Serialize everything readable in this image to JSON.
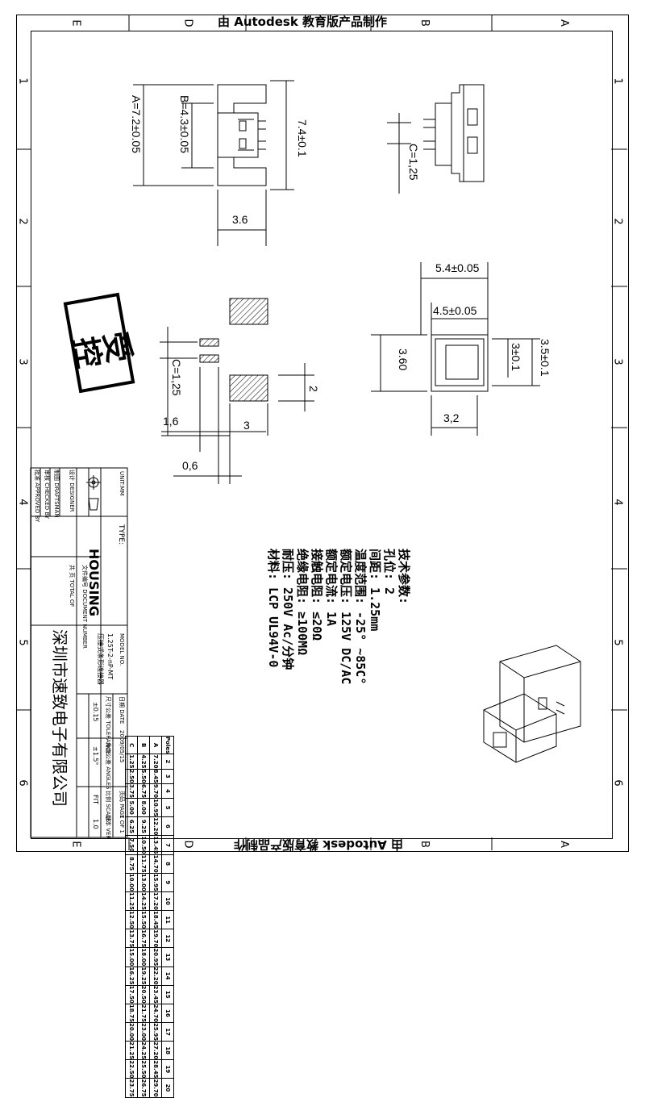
{
  "watermark": "由 Autodesk 教育版产品制作",
  "grid": {
    "top_letters": [
      "E",
      "D",
      "B",
      "A"
    ],
    "bottom_letters": [
      "E",
      "D",
      "B",
      "A"
    ],
    "left_numbers": [
      "1",
      "2",
      "3",
      "4",
      "5",
      "6"
    ],
    "right_numbers": [
      "1",
      "2",
      "3",
      "4",
      "5",
      "6"
    ]
  },
  "stamp": "受控",
  "dimensions": {
    "a": "A=7.2±0.05",
    "b": "B=4.3±0.05",
    "h74": "7.4±0.1",
    "w36": "3.6",
    "c1": "C=1,25",
    "c2": "C=1,25",
    "w54": "5.4±0.05",
    "w45": "4.5±0.05",
    "h360": "3.60",
    "h3": "3±0.1",
    "h35": "3.5±0.1",
    "w32": "3,2",
    "d2": "2",
    "d3": "3",
    "d16": "1,6",
    "d06": "0,6"
  },
  "specs": {
    "heading": "技术参数:",
    "lines": [
      "孔位: 2",
      "间距: 1.25mm",
      "温度范围: -25° ~85C°",
      "额定电压: 125V DC/AC",
      "额定电流: 1A",
      "接触电阻: ≤20Ω",
      "绝缘电阻: ≥100MΩ",
      "耐压: 250V  Ac/分钟",
      "材料: LCP   UL94V-0"
    ]
  },
  "title_block": {
    "unit": "UNIT:MM",
    "type_label": "TYPE:",
    "type_value": "HOUSING",
    "model_label": "MODEL NO.",
    "model_value": "1.25T-2-nP-MT",
    "model_desc": "压接式条形连接器",
    "designer": "设计 DESIGNER",
    "draftsman": "制图 DRAFTSMAN",
    "checked": "审核 CHECKED BY",
    "approved": "批准 APPROVED BY",
    "doc_no": "文件编号 DOCUMENT NUMBER",
    "total": "共 页 TOTAL OF",
    "company": "深圳市速致电子有限公司",
    "date_label": "日期 DATE",
    "date_value": "2009/05/15",
    "tolerance_label": "尺寸公差 TOLERANCE",
    "angles_label": "角度公差 ANGLES",
    "tol_value": "±0.15",
    "angle_value": "±1.5°",
    "scale_label": "比例 SCALE",
    "scale_value": "FIT",
    "ver_label": "版本 VER",
    "ver_value": "1.0",
    "sheet_label": "页码 PAGE",
    "sheet_value": "1 OF 1"
  },
  "pole_table": {
    "headers": [
      "Poles",
      "A",
      "B",
      "C"
    ],
    "rows": [
      [
        "2",
        "7.20",
        "4.25",
        "1.25"
      ],
      [
        "3",
        "8.45",
        "5.50",
        "2.50"
      ],
      [
        "4",
        "9.70",
        "6.75",
        "3.75"
      ],
      [
        "5",
        "10.95",
        "8.00",
        "5.00"
      ],
      [
        "6",
        "12.20",
        "9.25",
        "6.25"
      ],
      [
        "7",
        "13.45",
        "10.50",
        "7.50"
      ],
      [
        "8",
        "14.70",
        "11.75",
        "8.75"
      ],
      [
        "9",
        "15.95",
        "13.00",
        "10.00"
      ],
      [
        "10",
        "17.20",
        "14.25",
        "11.25"
      ],
      [
        "11",
        "18.45",
        "15.50",
        "12.50"
      ],
      [
        "12",
        "19.70",
        "16.75",
        "13.75"
      ],
      [
        "13",
        "20.95",
        "18.00",
        "15.00"
      ],
      [
        "14",
        "22.20",
        "19.25",
        "16.25"
      ],
      [
        "15",
        "23.45",
        "20.50",
        "17.50"
      ],
      [
        "16",
        "24.70",
        "21.75",
        "18.75"
      ],
      [
        "17",
        "25.95",
        "23.00",
        "20.00"
      ],
      [
        "18",
        "27.20",
        "24.25",
        "21.25"
      ],
      [
        "19",
        "28.45",
        "25.50",
        "22.50"
      ],
      [
        "20",
        "29.70",
        "26.75",
        "23.75"
      ]
    ]
  }
}
